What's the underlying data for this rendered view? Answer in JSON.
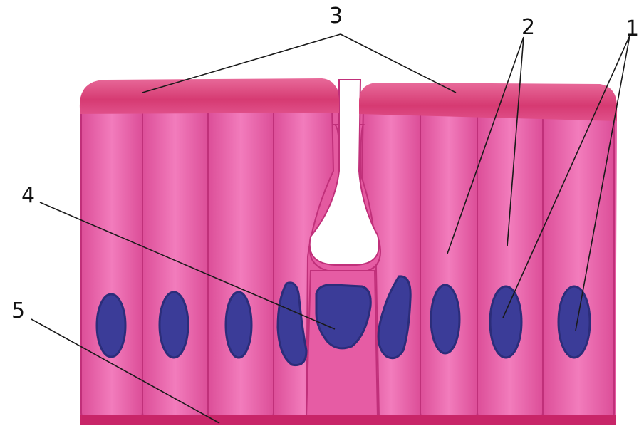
{
  "diagram": {
    "callouts": [
      {
        "id": "1",
        "label": "1"
      },
      {
        "id": "2",
        "label": "2"
      },
      {
        "id": "3",
        "label": "3"
      },
      {
        "id": "4",
        "label": "4"
      },
      {
        "id": "5",
        "label": "5"
      }
    ],
    "colors": {
      "cell_fill": "#e45aa0",
      "cell_fill_light": "#f07ab8",
      "cell_border": "#c0307a",
      "apical_border": "#d83a78",
      "nucleus": "#3b3c98",
      "nucleus_edge": "#2c2d7a",
      "basement_membrane": "#c82568",
      "goblet_mucus": "#ffffff",
      "leader_line": "#1a1a1a"
    }
  }
}
